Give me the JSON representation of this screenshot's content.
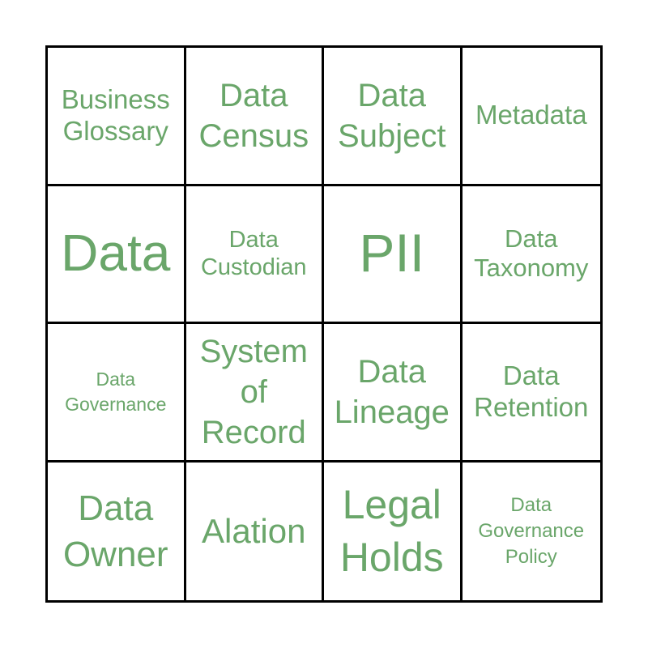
{
  "bingo": {
    "text_color": "#6aa66a",
    "grid_color": "#000000",
    "cells": [
      {
        "label": "Business\nGlossary"
      },
      {
        "label": "Data\nCensus"
      },
      {
        "label": "Data\nSubject"
      },
      {
        "label": "Metadata"
      },
      {
        "label": "Data"
      },
      {
        "label": "Data\nCustodian"
      },
      {
        "label": "PII"
      },
      {
        "label": "Data\nTaxonomy"
      },
      {
        "label": "Data\nGovernance"
      },
      {
        "label": "System\nof\nRecord"
      },
      {
        "label": "Data\nLineage"
      },
      {
        "label": "Data\nRetention"
      },
      {
        "label": "Data\nOwner"
      },
      {
        "label": "Alation"
      },
      {
        "label": "Legal\nHolds"
      },
      {
        "label": "Data\nGovernance\nPolicy"
      }
    ]
  }
}
